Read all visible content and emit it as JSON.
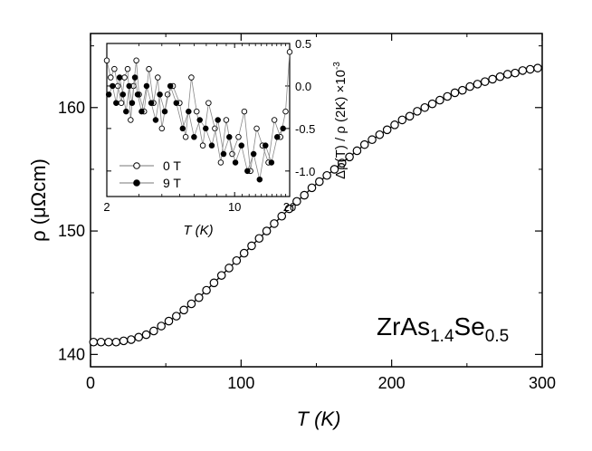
{
  "chart_data": [
    {
      "type": "line",
      "xlabel": "T (K)",
      "ylabel": "ρ (μΩcm)",
      "xlim": [
        0,
        300
      ],
      "ylim": [
        139,
        166
      ],
      "xticks": [
        0,
        100,
        200,
        300
      ],
      "yticks": [
        140,
        150,
        160
      ],
      "annotation": {
        "base": "ZrAs",
        "sub1": "1.4",
        "mid": "Se",
        "sub2": "0.5"
      },
      "grid": false,
      "series": [
        {
          "marker": "open-circle-with-line",
          "x": [
            2,
            7,
            12,
            17,
            22,
            27,
            32,
            37,
            42,
            47,
            52,
            57,
            62,
            67,
            72,
            77,
            82,
            87,
            92,
            97,
            102,
            107,
            112,
            117,
            122,
            127,
            132,
            137,
            142,
            147,
            152,
            157,
            162,
            167,
            172,
            177,
            182,
            187,
            192,
            197,
            202,
            207,
            212,
            217,
            222,
            227,
            232,
            237,
            242,
            247,
            252,
            257,
            262,
            267,
            272,
            277,
            282,
            287,
            292,
            297
          ],
          "y": [
            141.0,
            141.0,
            141.0,
            141.0,
            141.1,
            141.2,
            141.4,
            141.6,
            141.9,
            142.3,
            142.7,
            143.1,
            143.6,
            144.1,
            144.6,
            145.2,
            145.8,
            146.4,
            147.0,
            147.6,
            148.2,
            148.8,
            149.4,
            150.0,
            150.6,
            151.2,
            151.8,
            152.4,
            152.9,
            153.5,
            154.0,
            154.5,
            155.0,
            155.5,
            156.0,
            156.5,
            157.0,
            157.4,
            157.8,
            158.2,
            158.6,
            159.0,
            159.3,
            159.7,
            160.0,
            160.3,
            160.6,
            160.9,
            161.2,
            161.4,
            161.7,
            161.9,
            162.1,
            162.3,
            162.5,
            162.7,
            162.8,
            163.0,
            163.1,
            163.2
          ]
        }
      ]
    },
    {
      "type": "scatter",
      "xlabel": "T (K)",
      "ylabel": "Δρ(T) / ρ (2K) ×10",
      "ylabel_sup": "-3",
      "xscale": "log",
      "xlim": [
        2,
        20
      ],
      "ylim": [
        -1.3,
        0.5
      ],
      "xticks": [
        2,
        10,
        20
      ],
      "yticks": [
        0.5,
        0.0,
        -0.5,
        -1.0
      ],
      "ytick_labels": [
        "0.5",
        "0.0",
        "-0.5",
        "-1.0"
      ],
      "legend": {
        "position": "bottom-left"
      },
      "series": [
        {
          "name": "0 T",
          "marker": "open-circle",
          "x": [
            2.0,
            2.1,
            2.2,
            2.3,
            2.4,
            2.5,
            2.6,
            2.7,
            2.8,
            2.9,
            3.0,
            3.2,
            3.4,
            3.6,
            3.8,
            4.0,
            4.3,
            4.6,
            5.0,
            5.4,
            5.8,
            6.2,
            6.7,
            7.2,
            7.8,
            8.4,
            9.0,
            9.7,
            10.5,
            11.3,
            12.2,
            13.2,
            14.2,
            15.3,
            16.5,
            17.8,
            19.0,
            20.0
          ],
          "y": [
            0.3,
            0.1,
            0.2,
            0.0,
            -0.2,
            0.1,
            0.2,
            -0.4,
            0.0,
            0.3,
            -0.1,
            -0.3,
            0.2,
            -0.2,
            0.1,
            -0.5,
            -0.1,
            0.0,
            -0.2,
            -0.6,
            0.1,
            -0.3,
            -0.7,
            -0.2,
            -0.5,
            -0.9,
            -0.4,
            -0.8,
            -0.6,
            -0.3,
            -1.0,
            -0.5,
            -0.7,
            -0.9,
            -0.4,
            -0.6,
            -0.3,
            0.4
          ]
        },
        {
          "name": "9 T",
          "marker": "filled-circle",
          "x": [
            2.05,
            2.15,
            2.25,
            2.35,
            2.45,
            2.55,
            2.65,
            2.75,
            2.85,
            2.95,
            3.1,
            3.3,
            3.5,
            3.7,
            3.9,
            4.15,
            4.45,
            4.8,
            5.2,
            5.6,
            6.0,
            6.45,
            6.95,
            7.5,
            8.1,
            8.7,
            9.35,
            10.1,
            10.9,
            11.75,
            12.7,
            13.7,
            14.75,
            15.9,
            17.1,
            18.4
          ],
          "y": [
            -0.1,
            0.0,
            -0.2,
            0.1,
            -0.1,
            -0.3,
            0.0,
            -0.2,
            0.1,
            -0.1,
            -0.3,
            0.0,
            -0.2,
            -0.4,
            -0.1,
            -0.3,
            0.0,
            -0.2,
            -0.5,
            -0.3,
            -0.6,
            -0.4,
            -0.5,
            -0.7,
            -0.4,
            -0.8,
            -0.6,
            -0.9,
            -0.7,
            -1.0,
            -0.8,
            -1.1,
            -0.7,
            -0.9,
            -0.6,
            -0.5
          ]
        }
      ]
    }
  ]
}
